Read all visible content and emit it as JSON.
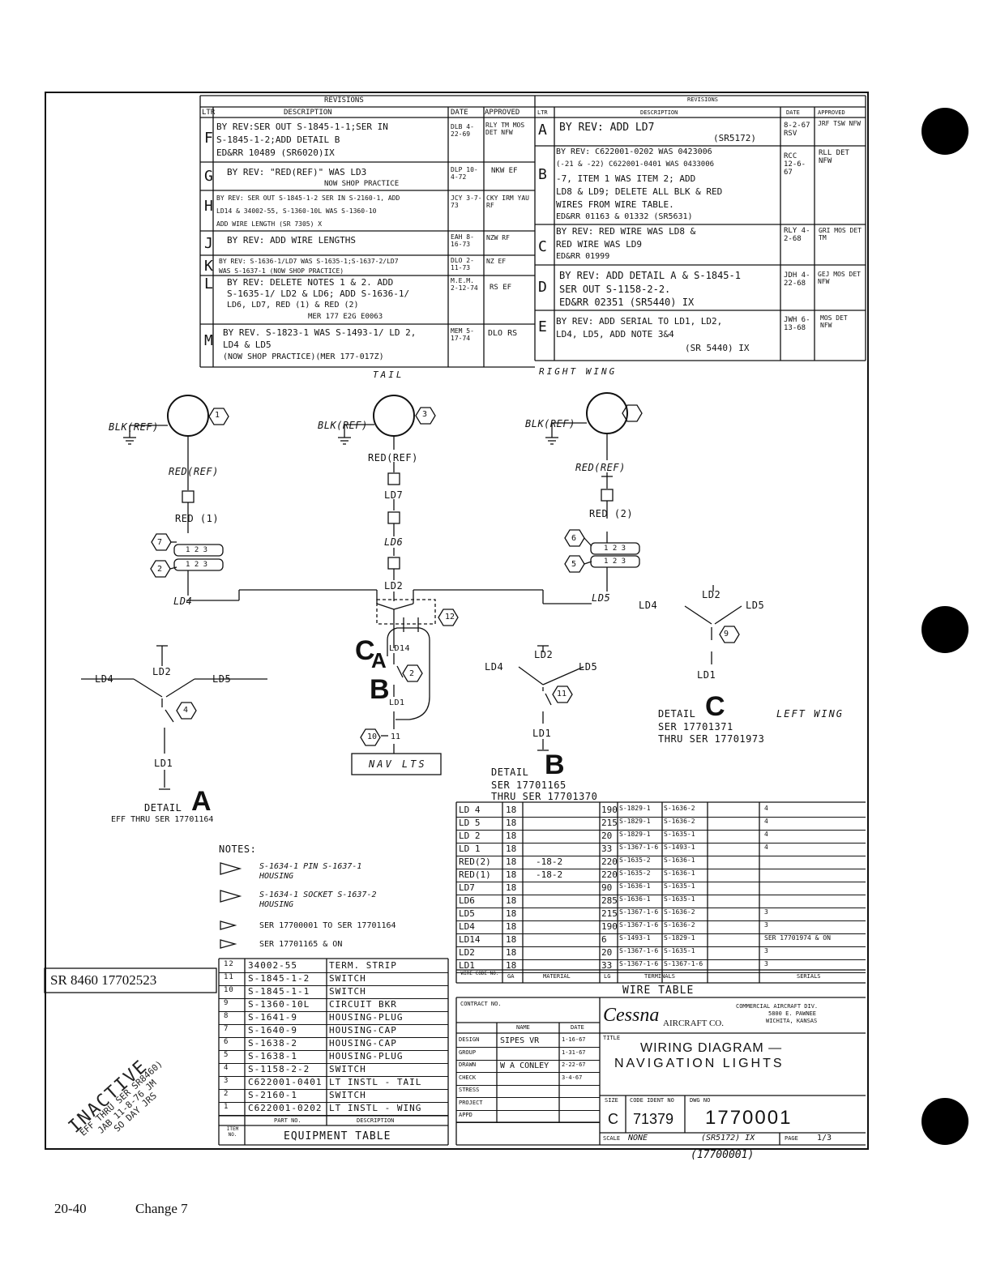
{
  "revisions_left": {
    "heading": "REVISIONS",
    "col_ltr": "LTR",
    "col_desc": "DESCRIPTION",
    "col_date": "DATE",
    "col_approved": "APPROVED",
    "rows": [
      {
        "ltr": "F",
        "l1": "BY REV:SER OUT S-1845-1-1;SER IN",
        "l2": "S-1845-1-2;ADD DETAIL B",
        "l3": "ED&RR 10489     (SR6020)IX",
        "date": "DLB 4-22-69",
        "appr": "RLY TM MOS DET NFW"
      },
      {
        "ltr": "G",
        "l1": "BY REV: \"RED(REF)\" WAS LD3",
        "l2": "NOW SHOP PRACTICE",
        "l3": "",
        "date": "DLP 10-4-72",
        "appr": "NKW EF"
      },
      {
        "ltr": "H",
        "l1": "BY REV: SER OUT S-1845-1-2 SER IN S-2160-1, ADD",
        "l2": "LD14 & 34002-55, S-1360-10L WAS S-1360-10",
        "l3": "ADD WIRE LENGTH     (SR 7305) X",
        "date": "JCY 3-7-73",
        "appr": "CKY IRM YAU RF"
      },
      {
        "ltr": "J",
        "l1": "BY REV: ADD WIRE LENGTHS",
        "l2": "",
        "l3": "",
        "date": "EAH 8-16-73",
        "appr": "NZW RF"
      },
      {
        "ltr": "K",
        "l1": "BY REV: S-1636-1/LD7 WAS S-1635-1;S-1637-2/LD7",
        "l2": "WAS S-1637-1   (NOW SHOP PRACTICE)",
        "l3": "",
        "date": "DLO 2-11-73",
        "appr": "NZ EF"
      },
      {
        "ltr": "L",
        "l1": "BY REV: DELETE NOTES 1 & 2. ADD",
        "l2": "S-1635-1/ LD2 & LD6; ADD S-1636-1/",
        "l3": "LD6, LD7, RED (1) & RED (2)",
        "l4": "MER 177 E2G E0063",
        "date": "M.E.M. 2-12-74",
        "appr": "RS EF"
      },
      {
        "ltr": "M",
        "l1": "BY REV. S-1823-1 WAS S-1493-1/ LD 2,",
        "l2": "LD4 & LD5",
        "l3": "(NOW SHOP PRACTICE)(MER 177-017Z)",
        "date": "MEM 5-17-74",
        "appr": "DLO RS"
      }
    ]
  },
  "revisions_right": {
    "heading": "REVISIONS",
    "col_ltr": "LTR",
    "col_desc": "DESCRIPTION",
    "col_date": "DATE",
    "col_approved": "APPROVED",
    "rows": [
      {
        "ltr": "A",
        "l1": "BY REV: ADD LD7",
        "l2": "(SR5172)",
        "l3": "",
        "l4": "",
        "date": "8-2-67 RSV",
        "appr": "JRF TSW NFW"
      },
      {
        "ltr": "B",
        "l1": "BY REV: C622001-0202 WAS 0423006",
        "l2": "(-21 & -22) C622001-0401 WAS 0433006",
        "l3": "-7, ITEM 1 WAS ITEM 2; ADD",
        "l4": "LD8 & LD9; DELETE ALL BLK & RED",
        "l5": "WIRES FROM WIRE TABLE.",
        "l6": "ED&RR 01163 & 01332  (SR5631)",
        "date": "RCC 12-6-67",
        "appr": "RLL DET NFW"
      },
      {
        "ltr": "C",
        "l1": "BY REV: RED WIRE WAS LD8 &",
        "l2": "RED WIRE WAS LD9",
        "l3": "ED&RR 01999",
        "date": "RLY 4-2-68",
        "appr": "GRI MOS DET TM"
      },
      {
        "ltr": "D",
        "l1": "BY REV: ADD DETAIL A & S-1845-1",
        "l2": "SER OUT S-1158-2-2.",
        "l3": "ED&RR 02351  (SR5440) IX",
        "date": "JDH 4-22-68",
        "appr": "GEJ MOS DET NFW"
      },
      {
        "ltr": "E",
        "l1": "BY REV: ADD SERIAL TO LD1, LD2,",
        "l2": "LD4, LD5, ADD NOTE 3&4",
        "l3": "(SR 5440) IX",
        "date": "JWH 6-13-68",
        "appr": "MOS DET NFW"
      }
    ]
  },
  "labels": {
    "tail": "TAIL",
    "right_wing": "RIGHT WING",
    "left_wing": "LEFT WING",
    "blk_ref": "BLK(REF)",
    "red_ref": "RED(REF)",
    "red_1": "RED (1)",
    "red_2": "RED (2)",
    "ld1": "LD1",
    "ld2": "LD2",
    "ld4": "LD4",
    "ld5": "LD5",
    "ld6": "LD6",
    "ld7": "LD7",
    "ld14": "LD14",
    "pins_a": "1 2 3",
    "nav_lts": "NAV LTS",
    "detail": "DETAIL",
    "detail_a_letter": "A",
    "detail_b_letter": "B",
    "detail_c_letter": "C",
    "detail_a_eff": "EFF THRU SER 17701164",
    "detail_b_ser1": "SER 17701165",
    "detail_b_ser2": "THRU SER 17701370",
    "detail_c_ser1": "SER 17701371",
    "detail_c_ser2": "THRU SER 17701973"
  },
  "callouts": [
    "1",
    "2",
    "3",
    "4",
    "5",
    "6",
    "7",
    "9",
    "10",
    "11",
    "12"
  ],
  "notes": {
    "heading": "NOTES:",
    "n1": "S-1634-1 PIN  S-1637-1 HOUSING",
    "n2": "S-1634-1 SOCKET  S-1637-2 HOUSING",
    "n3": "SER 17700001 TO SER 17701164",
    "n4": "SER 17701165 & ON"
  },
  "wire_table": {
    "title": "WIRE TABLE",
    "headers": {
      "code": "WIRE CODE NO.",
      "ga": "GA",
      "material": "MATERIAL",
      "lg": "LG",
      "terminals": "TERMINALS",
      "serials": "SERIALS"
    },
    "rows": [
      {
        "code": "LD 4",
        "ga": "18",
        "mat": "",
        "lg": "190",
        "t1": "S-1829-1",
        "t2": "S-1636-2",
        "ser": "4"
      },
      {
        "code": "LD 5",
        "ga": "18",
        "mat": "",
        "lg": "215",
        "t1": "S-1829-1",
        "t2": "S-1636-2",
        "ser": "4"
      },
      {
        "code": "LD 2",
        "ga": "18",
        "mat": "",
        "lg": "20",
        "t1": "S-1829-1",
        "t2": "S-1635-1",
        "ser": "4"
      },
      {
        "code": "LD 1",
        "ga": "18",
        "mat": "",
        "lg": "33",
        "t1": "S-1367-1-6",
        "t2": "S-1493-1",
        "ser": "4"
      },
      {
        "code": "RED(2)",
        "ga": "18",
        "mat": "-18-2",
        "lg": "220",
        "t1": "S-1635-2",
        "t2": "S-1636-1",
        "ser": ""
      },
      {
        "code": "RED(1)",
        "ga": "18",
        "mat": "-18-2",
        "lg": "220",
        "t1": "S-1635-2",
        "t2": "S-1636-1",
        "ser": ""
      },
      {
        "code": "LD7",
        "ga": "18",
        "mat": "",
        "lg": "90",
        "t1": "S-1636-1",
        "t2": "S-1635-1",
        "ser": ""
      },
      {
        "code": "LD6",
        "ga": "18",
        "mat": "",
        "lg": "285",
        "t1": "S-1636-1",
        "t2": "S-1635-1",
        "ser": ""
      },
      {
        "code": "LD5",
        "ga": "18",
        "mat": "",
        "lg": "215",
        "t1": "S-1367-1-6",
        "t2": "S-1636-2",
        "ser": "3"
      },
      {
        "code": "LD4",
        "ga": "18",
        "mat": "",
        "lg": "190",
        "t1": "S-1367-1-6",
        "t2": "S-1636-2",
        "ser": "3"
      },
      {
        "code": "LD14",
        "ga": "18",
        "mat": "",
        "lg": "6",
        "t1": "S-1493-1",
        "t2": "S-1829-1",
        "ser": "SER 17701974 & ON"
      },
      {
        "code": "LD2",
        "ga": "18",
        "mat": "",
        "lg": "20",
        "t1": "S-1367-1-6",
        "t2": "S-1635-1",
        "ser": "3"
      },
      {
        "code": "LD1",
        "ga": "18",
        "mat": "",
        "lg": "33",
        "t1": "S-1367-1-6",
        "t2": "S-1367-1-6",
        "ser": "3"
      }
    ]
  },
  "equipment_table": {
    "title": "EQUIPMENT TABLE",
    "col_item": "ITEM NO.",
    "col_part": "PART NO.",
    "col_desc": "DESCRIPTION",
    "rows": [
      {
        "item": "12",
        "part": "34002-55",
        "desc": "TERM. STRIP"
      },
      {
        "item": "11",
        "part": "S-1845-1-2",
        "desc": "SWITCH"
      },
      {
        "item": "10",
        "part": "S-1845-1-1",
        "desc": "SWITCH"
      },
      {
        "item": "9",
        "part": "S-1360-10L",
        "desc": "CIRCUIT BKR"
      },
      {
        "item": "8",
        "part": "S-1641-9",
        "desc": "HOUSING-PLUG"
      },
      {
        "item": "7",
        "part": "S-1640-9",
        "desc": "HOUSING-CAP"
      },
      {
        "item": "6",
        "part": "S-1638-2",
        "desc": "HOUSING-CAP"
      },
      {
        "item": "5",
        "part": "S-1638-1",
        "desc": "HOUSING-PLUG"
      },
      {
        "item": "4",
        "part": "S-1158-2-2",
        "desc": "SWITCH"
      },
      {
        "item": "3",
        "part": "C622001-0401",
        "desc": "LT INSTL - TAIL"
      },
      {
        "item": "2",
        "part": "S-2160-1",
        "desc": "SWITCH"
      },
      {
        "item": "1",
        "part": "C622001-0202",
        "desc": "LT INSTL - WING"
      }
    ]
  },
  "title_block": {
    "contract_no": "CONTRACT NO.",
    "col_name": "NAME",
    "col_date": "DATE",
    "rows": [
      {
        "role": "DESIGN",
        "name": "SIPES VR",
        "date": "1-16-67"
      },
      {
        "role": "GROUP",
        "name": "",
        "date": "1-31-67"
      },
      {
        "role": "DRAWN",
        "name": "W A CONLEY",
        "date": "2-22-67"
      },
      {
        "role": "CHECK",
        "name": "",
        "date": "3-4-67"
      },
      {
        "role": "STRESS",
        "name": "",
        "date": ""
      },
      {
        "role": "PROJECT",
        "name": "",
        "date": ""
      },
      {
        "role": "APPD",
        "name": "",
        "date": ""
      }
    ],
    "company_logo": "Cessna",
    "company_suffix": "AIRCRAFT CO.",
    "division1": "COMMERCIAL AIRCRAFT DIV.",
    "division2": "5800 E. PAWNEE",
    "division3": "WICHITA, KANSAS",
    "title_label": "TITLE",
    "title1": "WIRING DIAGRAM —",
    "title2": "NAVIGATION LIGHTS",
    "size_label": "SIZE",
    "size": "C",
    "code_ident_label": "CODE IDENT NO",
    "code_ident": "71379",
    "dwg_no_label": "DWG NO",
    "dwg_no": "1770001",
    "scale_label": "SCALE",
    "scale": "NONE",
    "sr_note": "(SR5172) IX",
    "page_label": "PAGE",
    "page": "1/3",
    "dwg_sub": "(17700001)"
  },
  "side": {
    "sr_box": "SR 8460 17702523",
    "stamp1": "INACTIVE",
    "stamp2": "EFF THRU SER SR8460)",
    "stamp3": "JAB 11-8-76 JM",
    "stamp4": "SO DAY JRS"
  },
  "footer": {
    "page_no": "20-40",
    "change": "Change 7"
  }
}
